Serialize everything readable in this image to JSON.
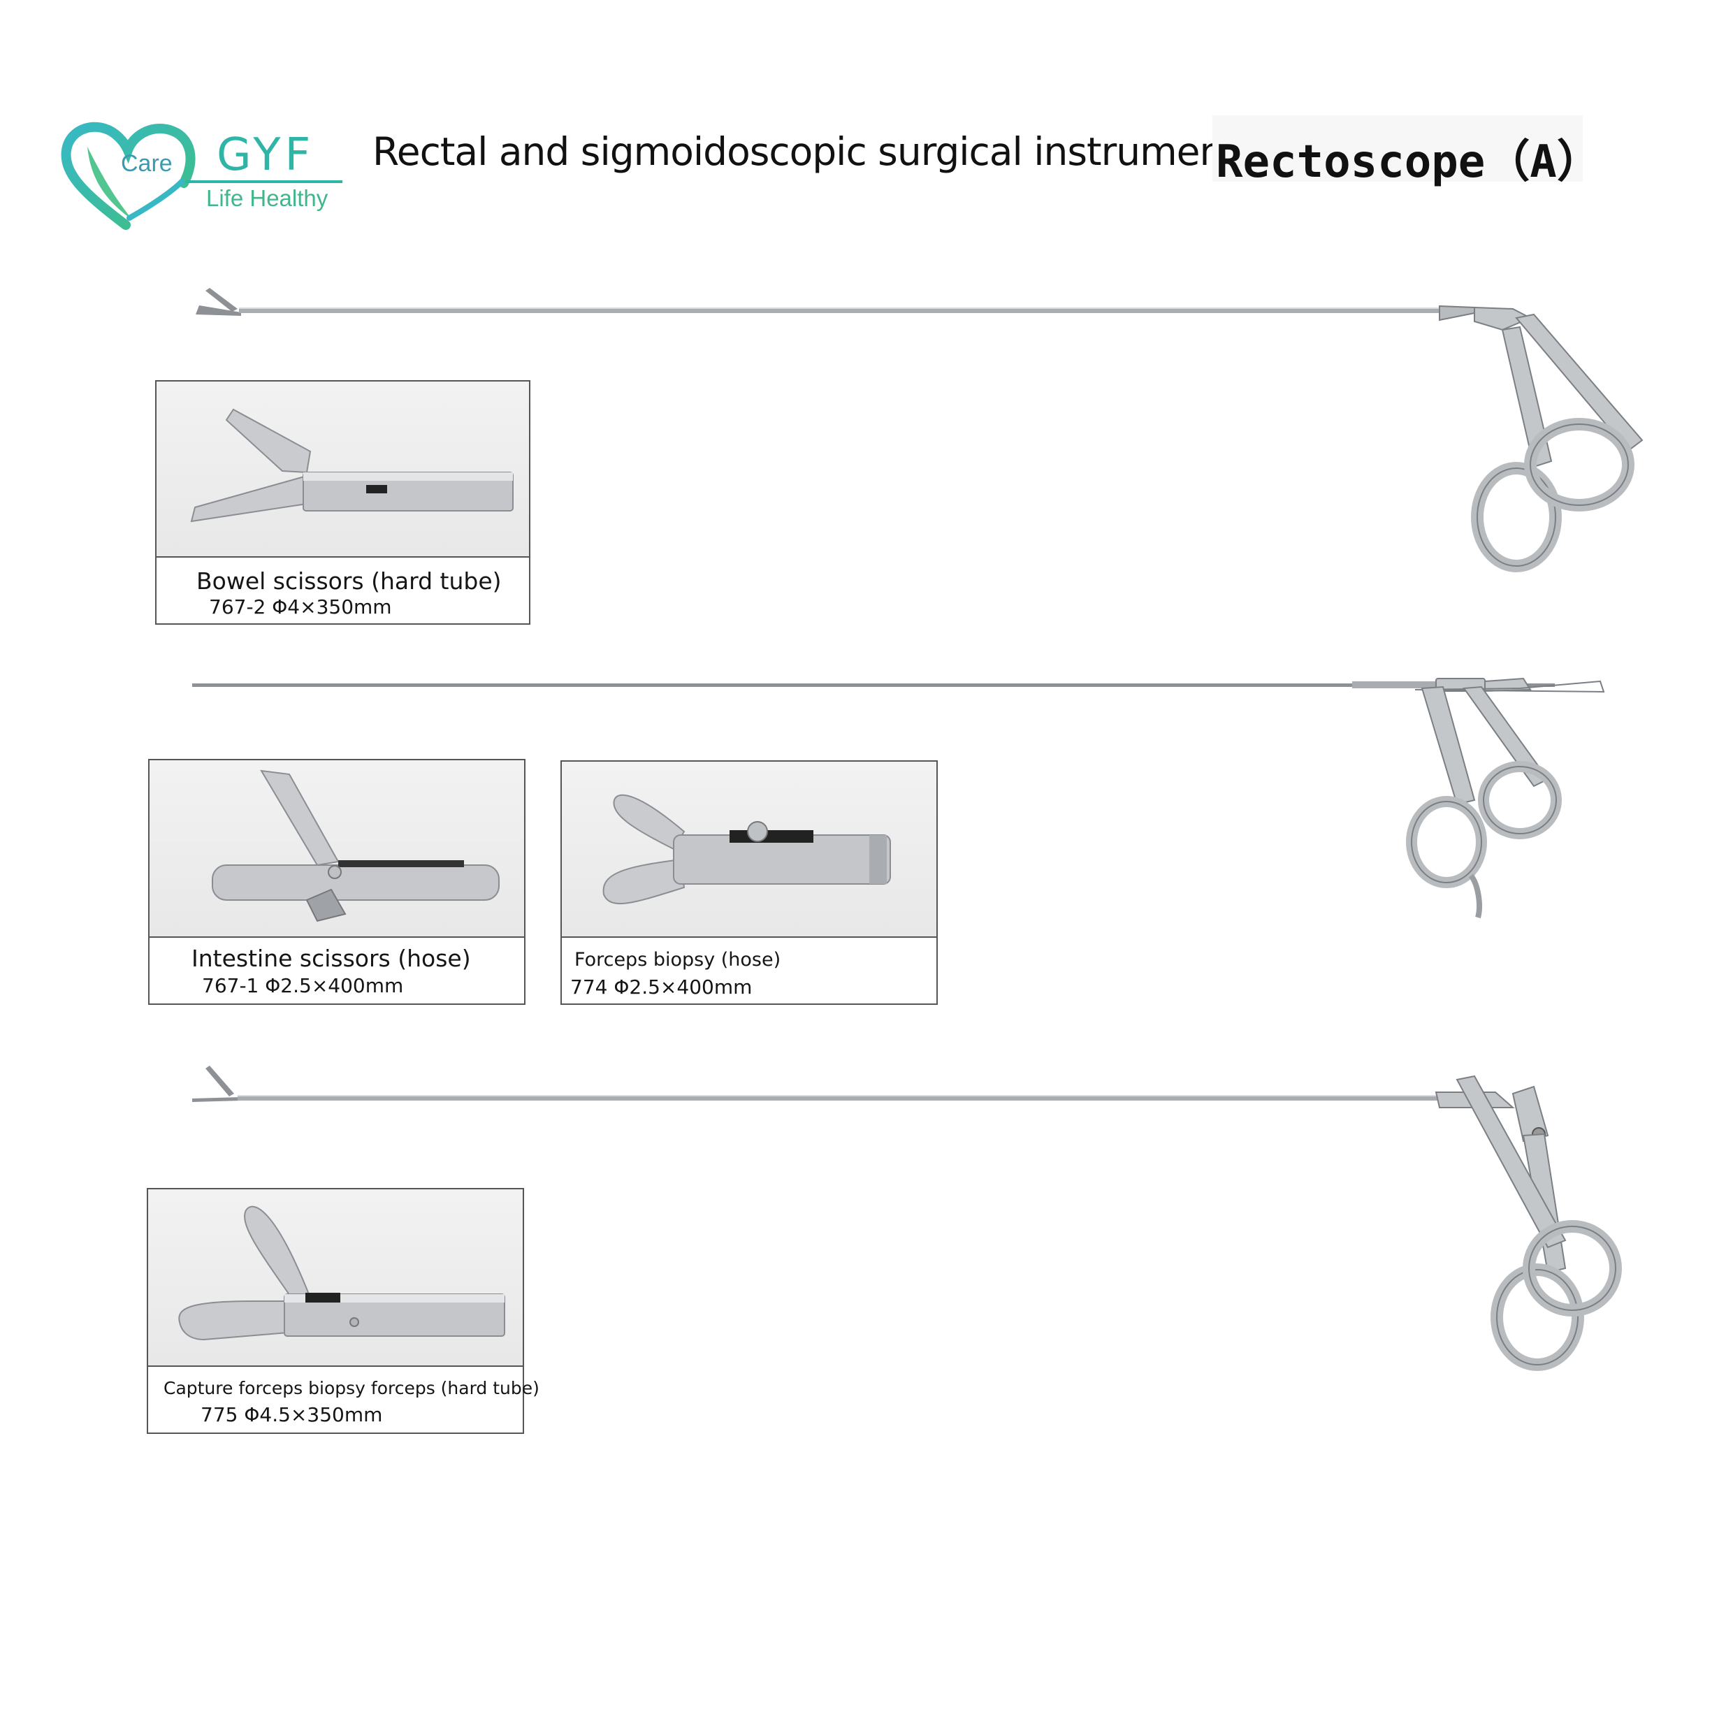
{
  "header": {
    "logo_care": "Care",
    "logo_brand": "GYF",
    "logo_tagline": "Life Healthy",
    "title": "Rectal and sigmoidoscopic surgical instruments",
    "subtitle": "Rectoscope（A）"
  },
  "instruments": [
    {
      "label": "Bowel scissors (hard tube)",
      "code": "767-2 Φ4×350mm"
    },
    {
      "label": "Intestine scissors (hose)",
      "code": "767-1 Φ2.5×400mm"
    },
    {
      "label": "Forceps biopsy (hose)",
      "code": "774  Φ2.5×400mm"
    },
    {
      "label": "Capture forceps biopsy forceps (hard tube)",
      "code": "775 Φ4.5×350mm"
    }
  ],
  "colors": {
    "brand_teal": "#2fb5a6",
    "brand_green": "#3fb78a",
    "steel": "#b9bcbf",
    "steel_dark": "#7b7f84"
  }
}
